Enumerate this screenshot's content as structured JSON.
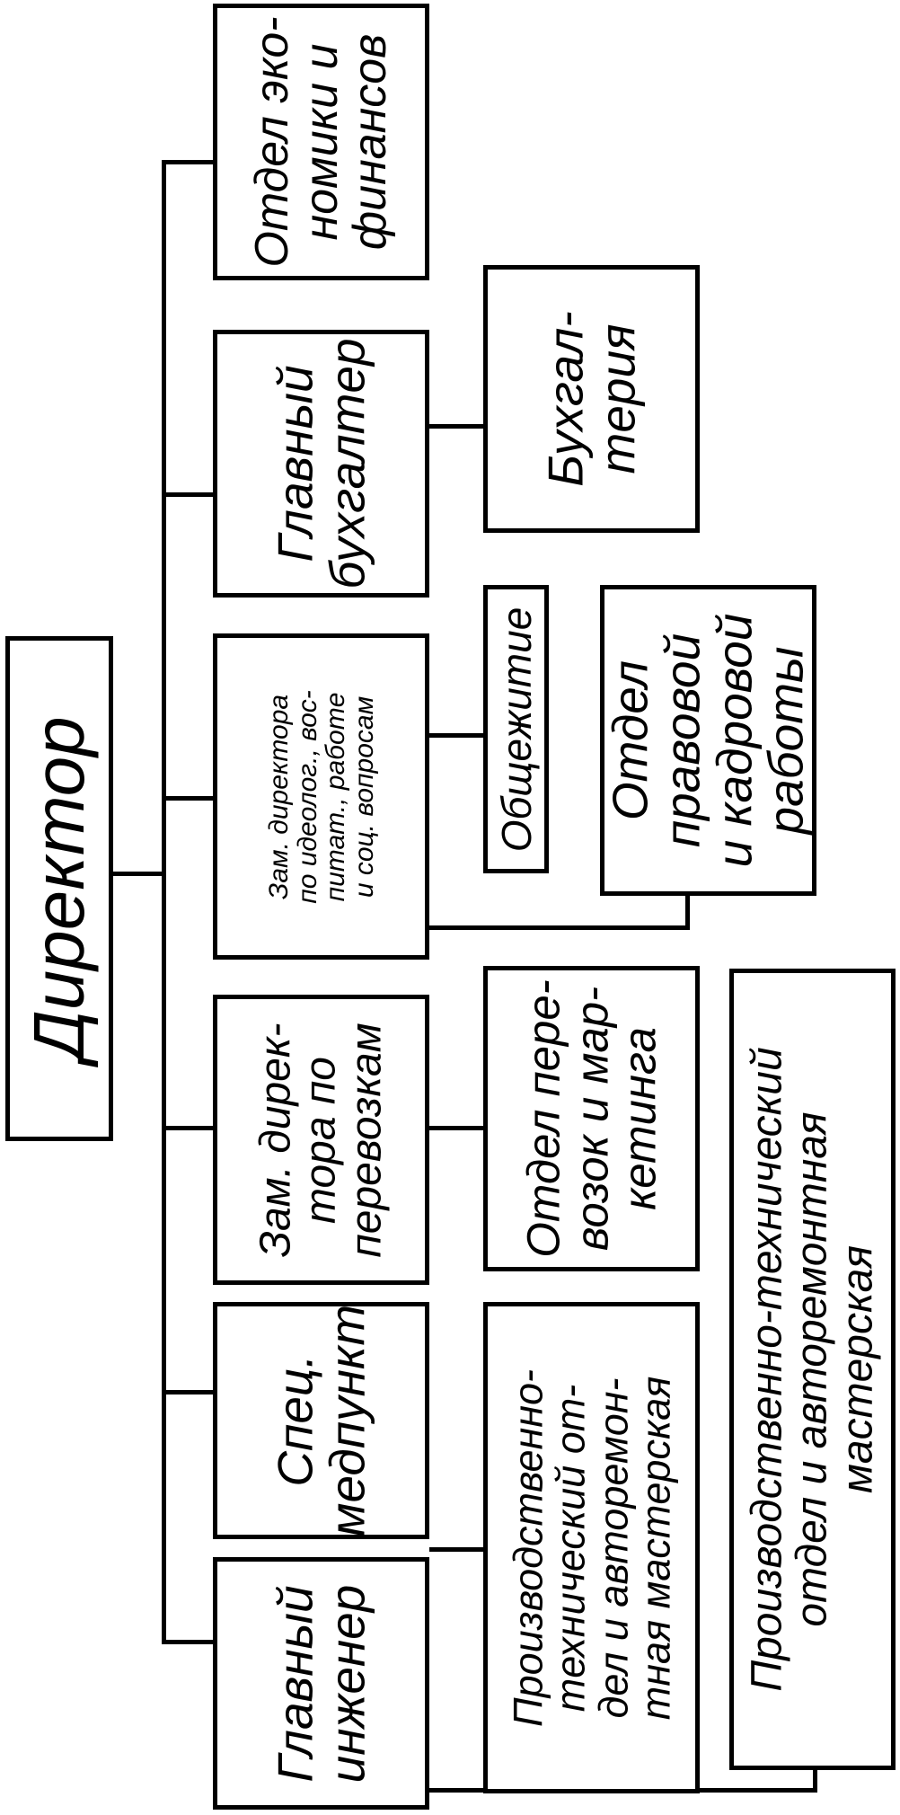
{
  "chart_data": {
    "type": "org-chart",
    "root": "Директор",
    "nodes": {
      "economics_finance": "Отдел эко-\nномики и\nфинансов",
      "chief_accountant": "Главный\nбухгалтер",
      "accounting": "Бухгал-\nтерия",
      "deputy_ideology": "Зам. директора\nпо идеолог., вос-\nпитат., работе\nи соц. вопросам",
      "dormitory": "Общежитие",
      "legal_hr": "Отдел\nправовой\nи кадровой\nработы",
      "deputy_transport": "Зам. дирек-\nтора по\nперевозкам",
      "transport_marketing": "Отдел пере-\nвозок и мар-\nкетинга",
      "medpoint": "Спец.\nмедпункт",
      "chief_engineer": "Главный\nинженер",
      "production_workshop_a": "Производственно-\nтехнический от-\nдел и авторемон-\nтная мастерская",
      "production_workshop_b": "Производственно-технический\nотдел и авторемонтная\nмастерская"
    }
  }
}
